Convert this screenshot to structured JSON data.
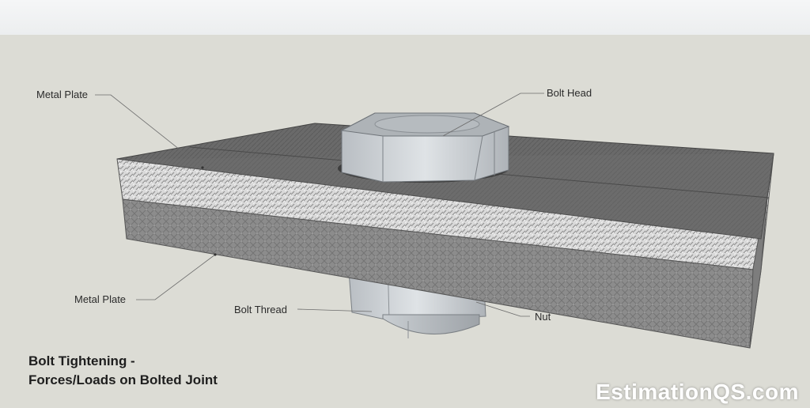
{
  "labels": {
    "metal_plate_top": "Metal Plate",
    "bolt_head": "Bolt Head",
    "metal_plate_bottom": "Metal Plate",
    "bolt_thread": "Bolt Thread",
    "nut": "Nut"
  },
  "title": {
    "line1": "Bolt Tightening -",
    "line2": "Forces/Loads on Bolted Joint"
  },
  "watermark": "EstimationQS.com",
  "colors": {
    "background": "#dcdcd5",
    "plate_top_face": "#6b6b6b",
    "upper_plate_side": "#d8d8d8",
    "lower_plate_side": "#8a8a8a",
    "steel": "#c6cbd0"
  }
}
